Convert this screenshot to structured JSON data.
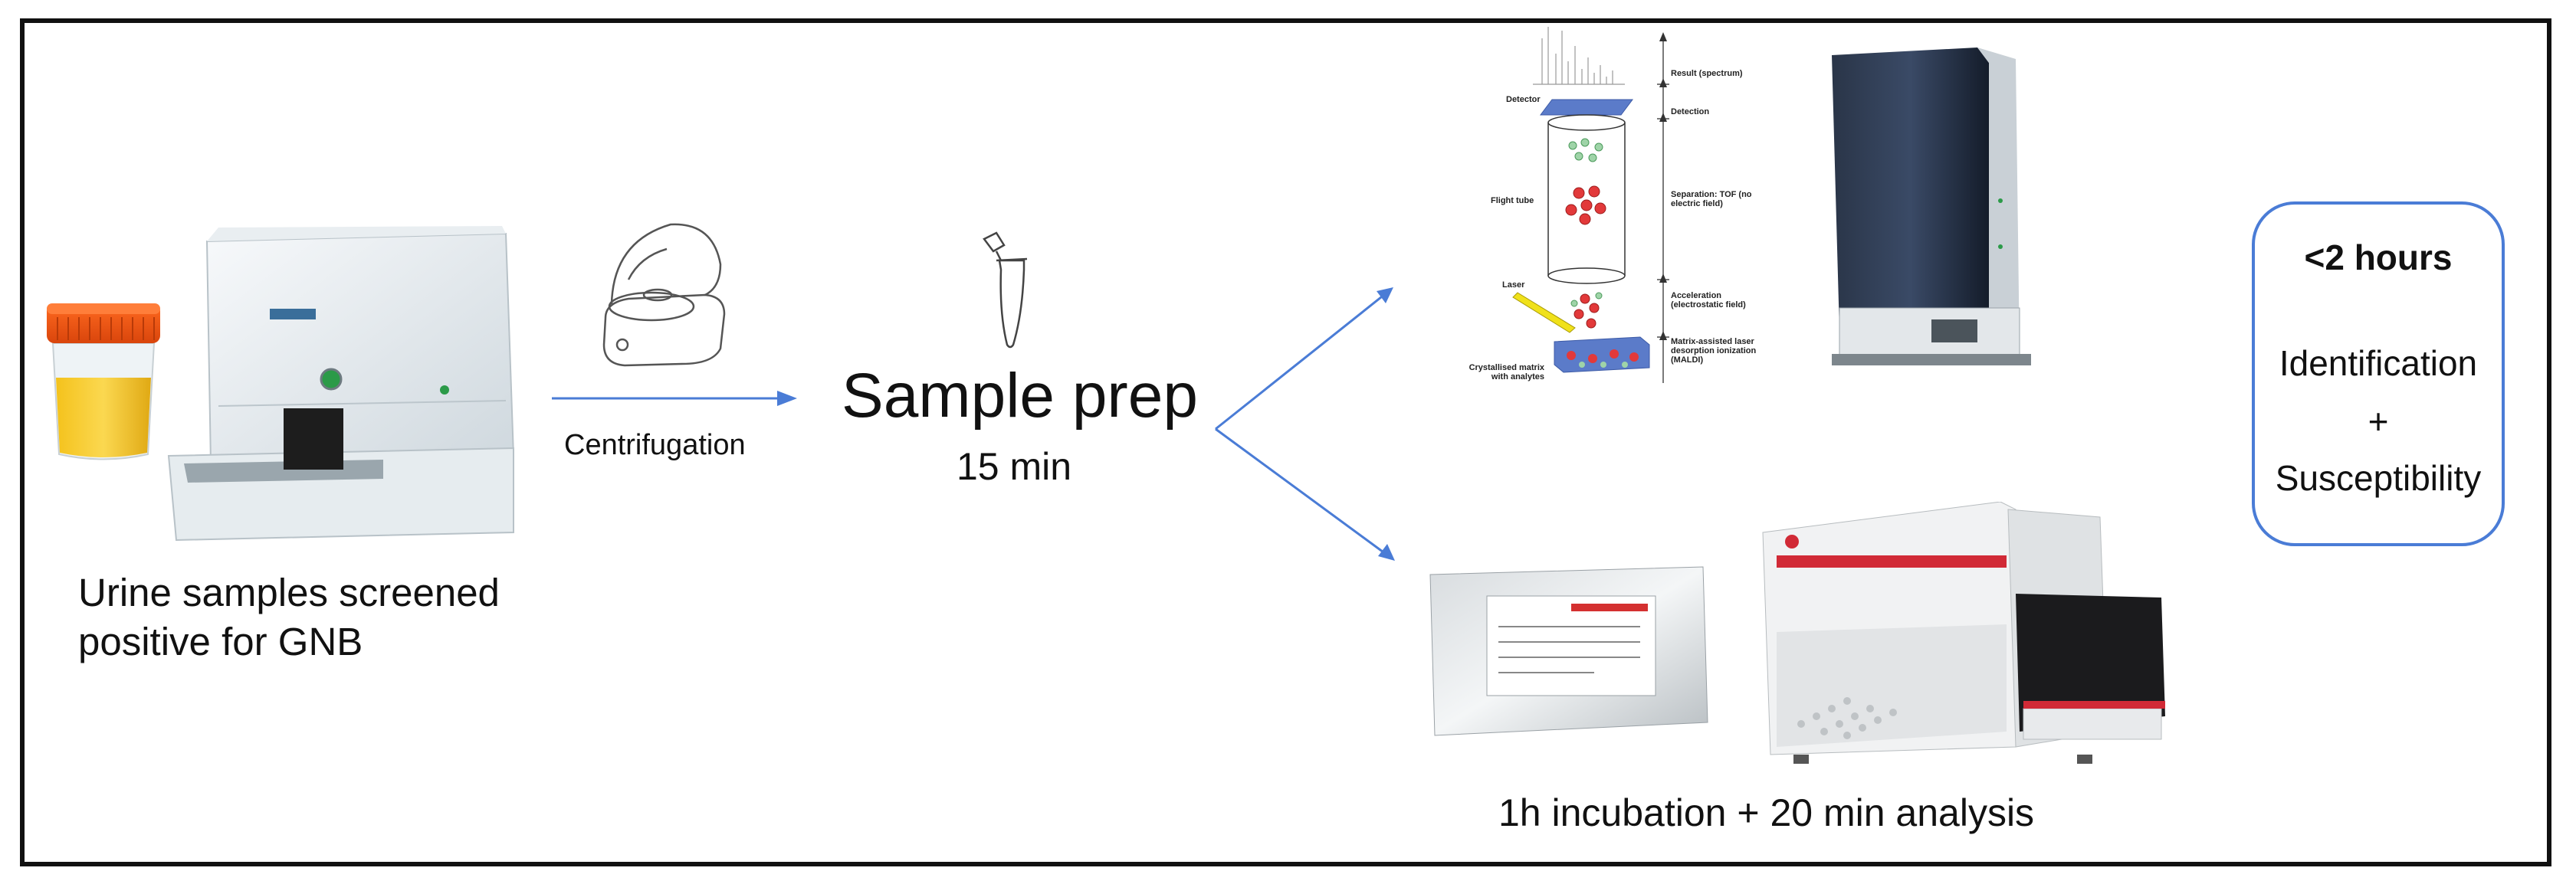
{
  "urine_label": "Urine samples screened positive for GNB",
  "centrifugation_label": "Centrifugation",
  "sample_prep_label": "Sample prep",
  "sample_prep_time": "15 min",
  "incubation_label": "1h incubation + 20 min analysis",
  "result_box": {
    "time": "<2 hours",
    "line1": "Identification",
    "line2": "+",
    "line3": "Susceptibility"
  },
  "maldi_schematic": {
    "left_labels": [
      "Detector",
      "Flight tube",
      "Laser",
      "Crystallised matrix with analytes"
    ],
    "right_labels": [
      "Result (spectrum)",
      "Detection",
      "Separation: TOF (no electric field)",
      "Acceleration (electrostatic field)",
      "Matrix-assisted laser desorption ionization (MALDI)"
    ]
  },
  "colors": {
    "arrow": "#4a7cd6",
    "box_border": "#4a7cd6",
    "frame": "#111111"
  }
}
